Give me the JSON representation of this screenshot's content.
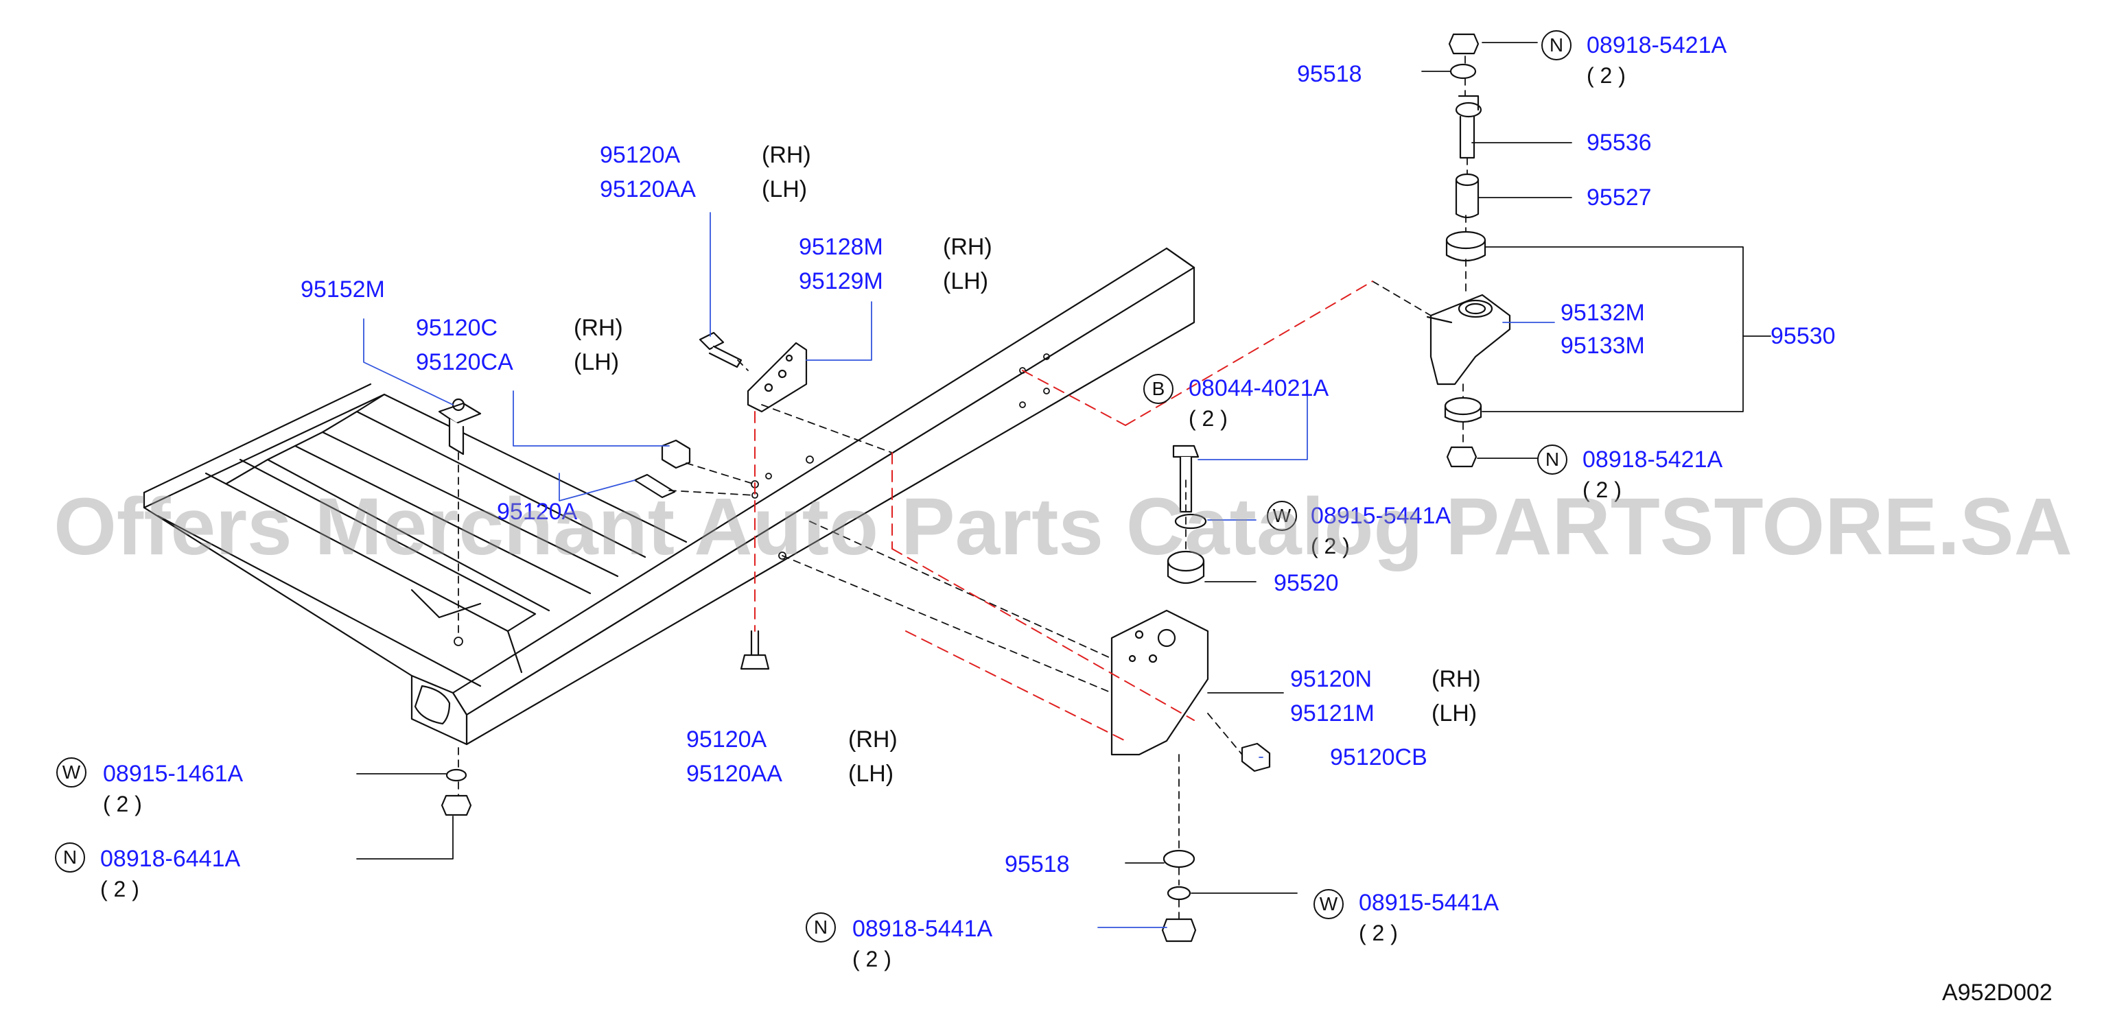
{
  "watermark": "Offers Merchant Auto Parts Catalog PARTSTORE.SA",
  "diagram_code": "A952D002",
  "badges": {
    "n": "N",
    "w": "W",
    "b": "B"
  },
  "sides": {
    "rh": "(RH)",
    "lh": "(LH)"
  },
  "qty": "( 2 )",
  "parts": {
    "p95152M": "95152M",
    "p95120C": "95120C",
    "p95120CA": "95120CA",
    "p95120A": "95120A",
    "p95120AA": "95120AA",
    "p95128M": "95128M",
    "p95129M": "95129M",
    "p95120A_mid": "95120A",
    "p08044_4021A": "08044-4021A",
    "p08915_5441A": "08915-5441A",
    "p95520": "95520",
    "p95120N": "95120N",
    "p95121M": "95121M",
    "p95120CB": "95120CB",
    "p95120A_low": "95120A",
    "p95120AA_low": "95120AA",
    "p08915_1461A": "08915-1461A",
    "p08918_6441A": "08918-6441A",
    "p95518_low": "95518",
    "p08915_5441A_low": "08915-5441A",
    "p08918_5441A": "08918-5441A",
    "p95518_top": "95518",
    "p08918_5421A_top": "08918-5421A",
    "p95536": "95536",
    "p95527": "95527",
    "p95132M": "95132M",
    "p95133M": "95133M",
    "p95530": "95530",
    "p08918_5421A_mid": "08918-5421A"
  },
  "colors": {
    "part_link": "#1a1aff",
    "leader": "#3355dd",
    "dashed_red": "#e02020",
    "line": "#111111"
  }
}
